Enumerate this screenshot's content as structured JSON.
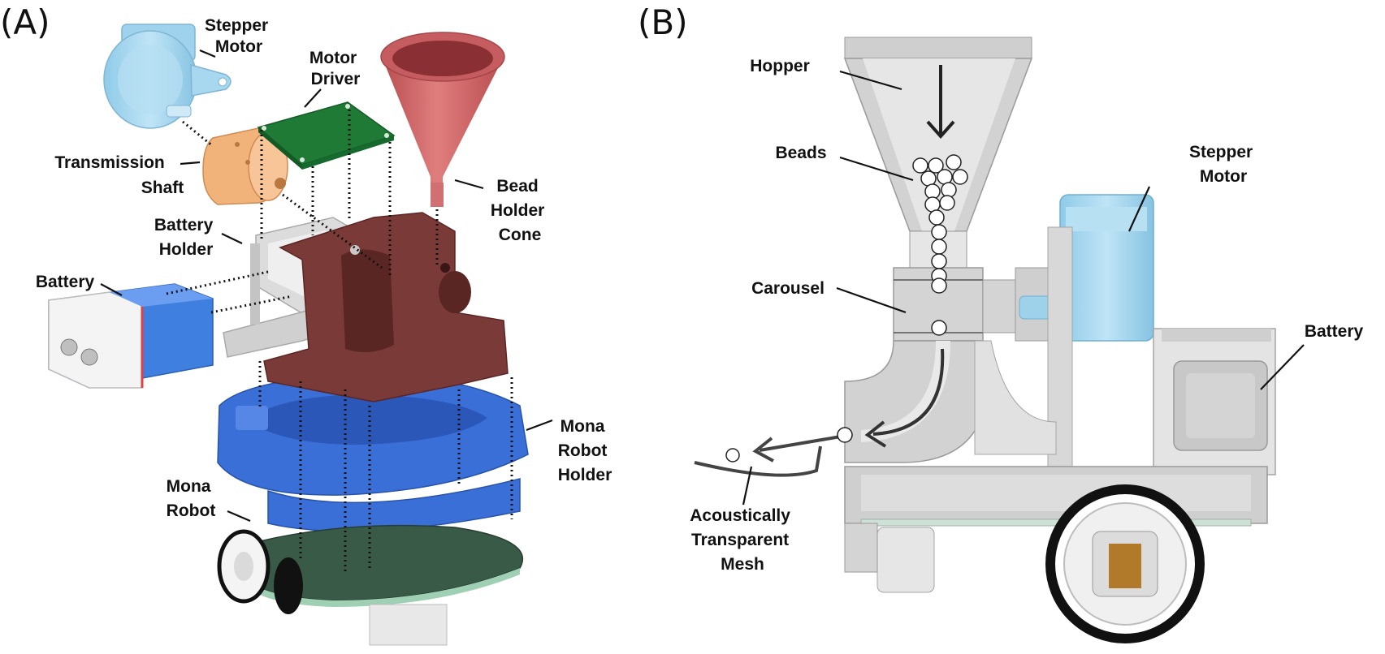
{
  "panels": {
    "a_label": "(A)",
    "b_label": "(B)"
  },
  "panel_a": {
    "stepper_motor": [
      "Stepper",
      "Motor"
    ],
    "motor_driver": [
      "Motor",
      "Driver"
    ],
    "transmission_shaft": [
      "Transmission",
      "Shaft"
    ],
    "bead_holder_cone": [
      "Bead",
      "Holder",
      "Cone"
    ],
    "battery_holder": [
      "Battery",
      "Holder"
    ],
    "battery": [
      "Battery"
    ],
    "mona_robot_holder": [
      "Mona",
      "Robot",
      "Holder"
    ],
    "mona_robot": [
      "Mona",
      "Robot"
    ]
  },
  "panel_b": {
    "hopper": [
      "Hopper"
    ],
    "beads": [
      "Beads"
    ],
    "stepper_motor": [
      "Stepper",
      "Motor"
    ],
    "carousel": [
      "Carousel"
    ],
    "battery": [
      "Battery"
    ],
    "mesh": [
      "Acoustically",
      "Transparent",
      "Mesh"
    ]
  },
  "colors": {
    "motor_blue": "#a8d8f0",
    "driver_green": "#1f7a36",
    "shaft_orange": "#f2b37a",
    "cone_red": "#d9696a",
    "frame_brown": "#7a3a38",
    "holder_blue": "#3b6fd8",
    "pcb_green": "#3a5a48",
    "section_grey": "#d2d2d2"
  }
}
